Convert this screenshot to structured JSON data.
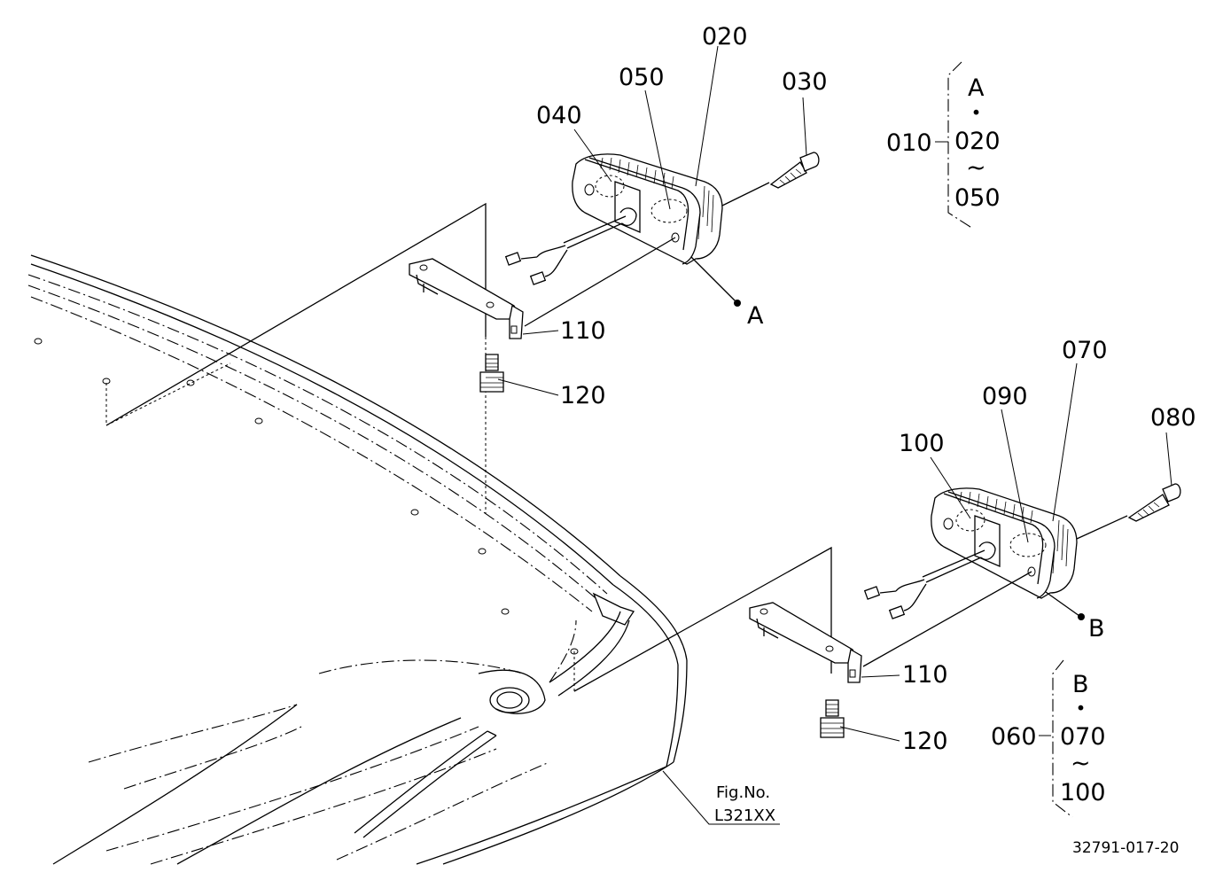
{
  "parts": {
    "p010": "010",
    "p020": "020",
    "p030": "030",
    "p040": "040",
    "p050": "050",
    "p060": "060",
    "p070": "070",
    "p080": "080",
    "p090": "090",
    "p100": "100",
    "p110_a": "110",
    "p120_a": "120",
    "p110_b": "110",
    "p120_b": "120"
  },
  "refs": {
    "point_a": "A",
    "point_b": "B"
  },
  "groups": {
    "a": {
      "letter": "A",
      "sep": "・",
      "from": "020",
      "tilde": "~",
      "to": "050",
      "parent": "010"
    },
    "b": {
      "letter": "B",
      "sep": "・",
      "from": "070",
      "tilde": "~",
      "to": "100",
      "parent": "060"
    }
  },
  "figure": {
    "fig_label": "Fig.No.",
    "fig_number": "L321XX",
    "drawing_code": "32791-017-20"
  }
}
